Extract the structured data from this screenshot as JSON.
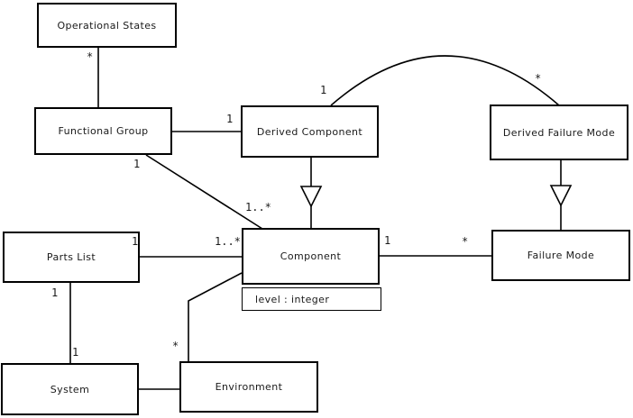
{
  "diagram": {
    "kind": "uml-class-diagram",
    "nodes": {
      "operational_states": {
        "label": "Operational States"
      },
      "functional_group": {
        "label": "Functional Group"
      },
      "derived_component": {
        "label": "Derived Component"
      },
      "derived_failure_mode": {
        "label": "Derived Failure Mode"
      },
      "parts_list": {
        "label": "Parts List"
      },
      "component": {
        "label": "Component",
        "attributes": [
          "level : integer"
        ]
      },
      "failure_mode": {
        "label": "Failure Mode"
      },
      "system": {
        "label": "System"
      },
      "environment": {
        "label": "Environment"
      }
    },
    "edges": {
      "operational_states__functional_group": {
        "type": "association",
        "from": "Operational States",
        "to": "Functional Group",
        "from_label": "*"
      },
      "functional_group__derived_component": {
        "type": "association",
        "from": "Functional Group",
        "to": "Derived Component",
        "to_label": "1"
      },
      "functional_group__component": {
        "type": "association",
        "from": "Functional Group",
        "to": "Component",
        "from_label": "1",
        "to_label": "1..*"
      },
      "derived_component__derived_failure_mode": {
        "type": "association",
        "from": "Derived Component",
        "to": "Derived Failure Mode",
        "from_label": "1",
        "to_label": "*"
      },
      "derived_component__component": {
        "type": "generalization",
        "from": "Derived Component",
        "to": "Component"
      },
      "derived_failure_mode__failure_mode": {
        "type": "generalization",
        "from": "Derived Failure Mode",
        "to": "Failure Mode"
      },
      "parts_list__component": {
        "type": "association",
        "from": "Parts List",
        "to": "Component",
        "from_label": "1",
        "to_label": "1..*"
      },
      "component__failure_mode": {
        "type": "association",
        "from": "Component",
        "to": "Failure Mode",
        "from_label": "1",
        "to_label": "*"
      },
      "parts_list__system": {
        "type": "association",
        "from": "Parts List",
        "to": "System",
        "from_label": "1",
        "to_label": "1"
      },
      "component__environment": {
        "type": "association",
        "from": "Component",
        "to": "Environment",
        "to_label": "*"
      },
      "system__environment": {
        "type": "association",
        "from": "System",
        "to": "Environment"
      }
    },
    "colors": {
      "line": "#000000",
      "node_fill": "#ffffff",
      "text": "#1a1a1a"
    }
  }
}
